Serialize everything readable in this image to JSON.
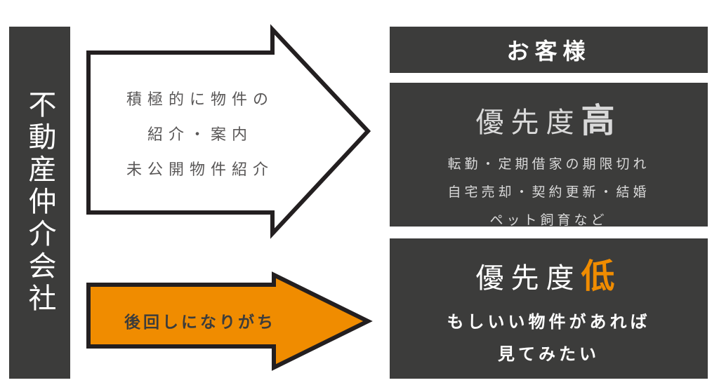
{
  "left_label": "不動産仲介会社",
  "arrow_top": {
    "lines": [
      "積極的に物件の",
      "紹介・案内",
      "未公開物件紹介"
    ]
  },
  "arrow_bottom": {
    "text": "後回しになりがち",
    "color": "#f08c00"
  },
  "customer": {
    "label": "お客様"
  },
  "high": {
    "prefix": "優先度",
    "level": "高",
    "lines": [
      "転勤・定期借家の期限切れ",
      "自宅売却・契約更新・結婚",
      "ペット飼育など"
    ]
  },
  "low": {
    "prefix": "優先度",
    "level": "低",
    "level_color": "#f08c00",
    "lines": [
      "もしいい物件があれば",
      "見てみたい"
    ]
  }
}
